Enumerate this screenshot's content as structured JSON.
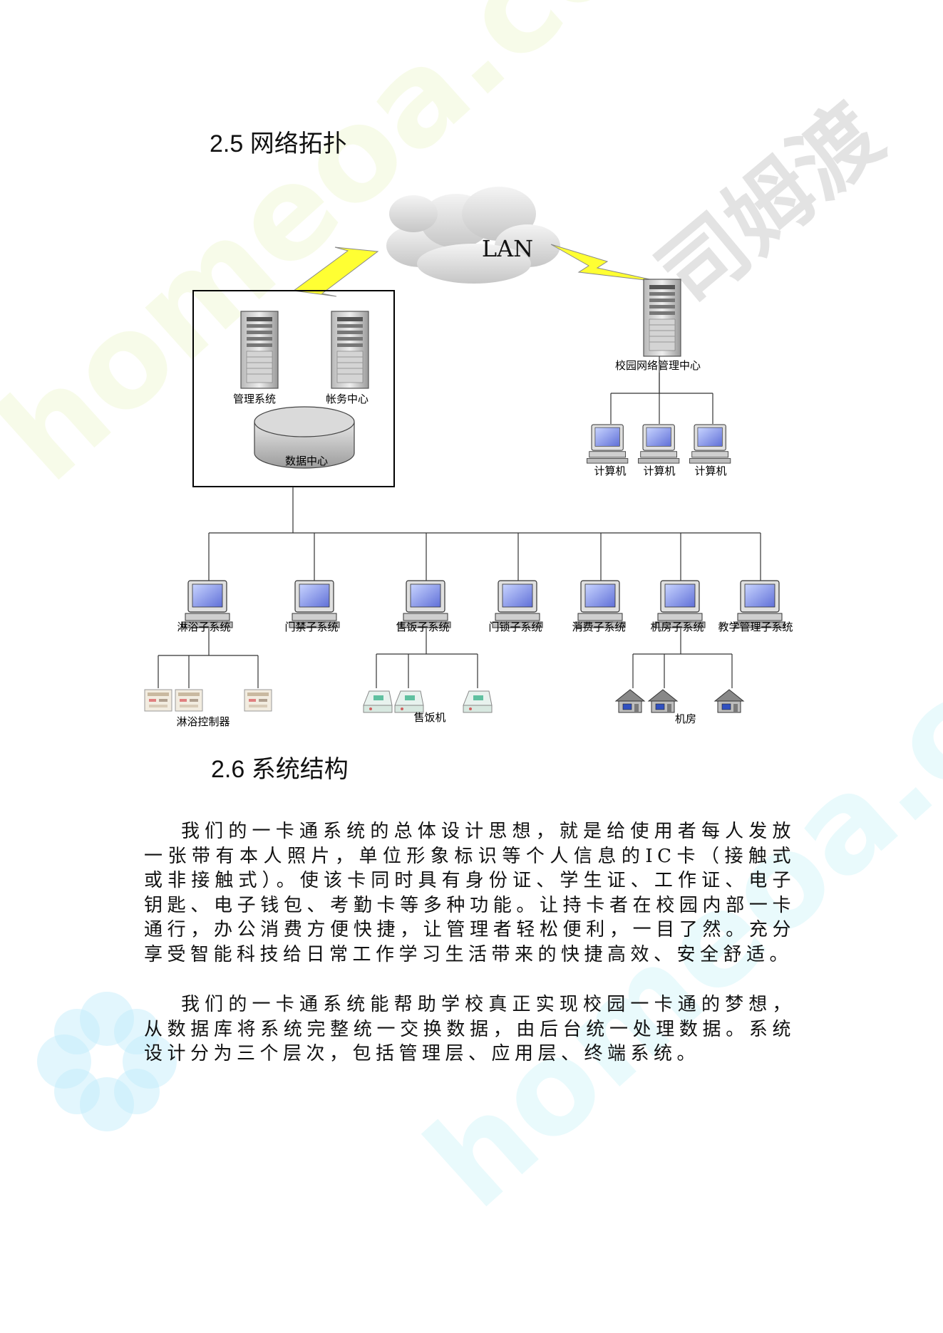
{
  "headings": {
    "section_2_5": "2.5 网络拓扑",
    "section_2_6": "2.6 系统结构"
  },
  "diagram": {
    "cloud_label": "LAN",
    "admin_server": "管理系统",
    "account_server": "帐务中心",
    "data_center": "数据中心",
    "campus_center": "校园网络管理中心",
    "computer_label": "计算机",
    "subsystems": [
      "淋浴子系统",
      "门禁子系统",
      "售饭子系统",
      "门锁子系统",
      "消费子系统",
      "机房子系统",
      "教学管理子系统"
    ],
    "shower_controllers": "淋浴控制器",
    "meal_machines": "售饭机",
    "computer_rooms": "机房"
  },
  "body": {
    "paragraph_1": "我们的一卡通系统的总体设计思想，就是给使用者每人发放一张带有本人照片，单位形象标识等个人信息的IC卡（接触式或非接触式）。使该卡同时具有身份证、学生证、工作证、电子钥匙、电子钱包、考勤卡等多种功能。让持卡者在校园内部一卡通行，办公消费方便快捷，让管理者轻松便利，一目了然。充分享受智能科技给日常工作学习生活带来的快捷高效、安全舒适。",
    "paragraph_2": "我们的一卡通系统能帮助学校真正实现校园一卡通的梦想，从数据库将系统完整统一交换数据，由后台统一处理数据。系统设计分为三个层次，包括管理层、应用层、终端系统。"
  },
  "watermark": {
    "diagonal_text": "homeoa.com",
    "logo_text": "司姆渡"
  }
}
